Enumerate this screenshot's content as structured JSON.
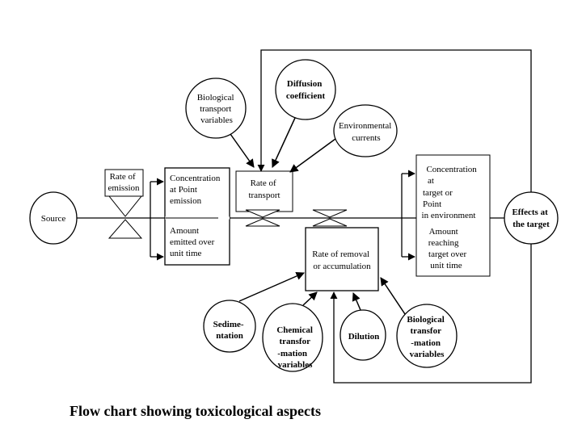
{
  "diagram": {
    "title": "Flow chart showing toxicological aspects",
    "nodes": {
      "source": "Source",
      "rate_of_emission": [
        "Rate of",
        "emission"
      ],
      "biological_transport": [
        "Biological",
        "transport",
        "variables"
      ],
      "diffusion_coefficient": [
        "Diffusion",
        "coefficient"
      ],
      "environmental_currents": [
        "Environmental",
        "currents"
      ],
      "concentration_point_emission": [
        "Concentration",
        "at Point",
        "emission"
      ],
      "amount_emitted": [
        "Amount",
        "emitted over",
        "unit time"
      ],
      "rate_of_transport": [
        "Rate of",
        "transport"
      ],
      "rate_of_removal": [
        "Rate of removal",
        "or accumulation"
      ],
      "concentration_target": [
        "Concentration",
        "at",
        "target or",
        "Point",
        "in environment"
      ],
      "amount_reaching": [
        "Amount",
        "reaching",
        "target over",
        "unit time"
      ],
      "effects_at_target": [
        "Effects at",
        "the target"
      ],
      "sedimentation": [
        "Sedime-",
        "ntation"
      ],
      "chemical_transformation": [
        "Chemical",
        "transfor",
        "-mation",
        "variables"
      ],
      "dilution": [
        "Dilution"
      ],
      "biological_transformation": [
        "Biological",
        "transfor",
        "-mation",
        "variables"
      ]
    }
  }
}
